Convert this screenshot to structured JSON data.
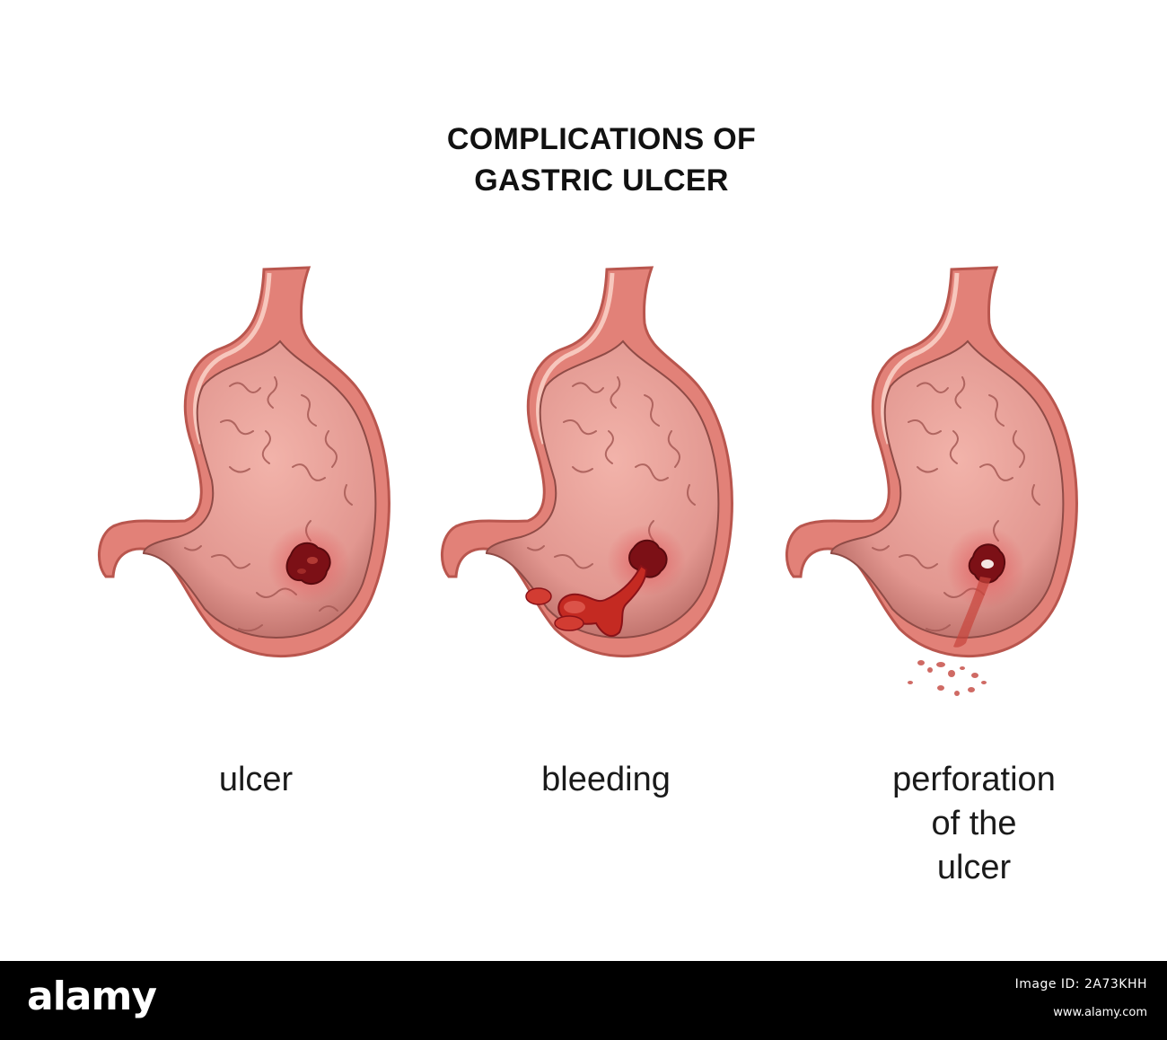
{
  "title": {
    "line1": "COMPLICATIONS OF",
    "line2": "GASTRIC ULCER"
  },
  "figures": [
    {
      "caption_lines": [
        "ulcer"
      ]
    },
    {
      "caption_lines": [
        "bleeding"
      ]
    },
    {
      "caption_lines": [
        "perforation",
        "of the",
        "ulcer"
      ]
    }
  ],
  "footer": {
    "logo": "alamy",
    "image_id": "Image ID: 2A73KHH",
    "url": "www.alamy.com"
  },
  "colors": {
    "wall_outer": "#d97a72",
    "wall_mid": "#f0b8ae",
    "interior": "#e49a92",
    "fold": "#a85a55",
    "lesion": "#8a1218",
    "blood": "#c42a22"
  }
}
